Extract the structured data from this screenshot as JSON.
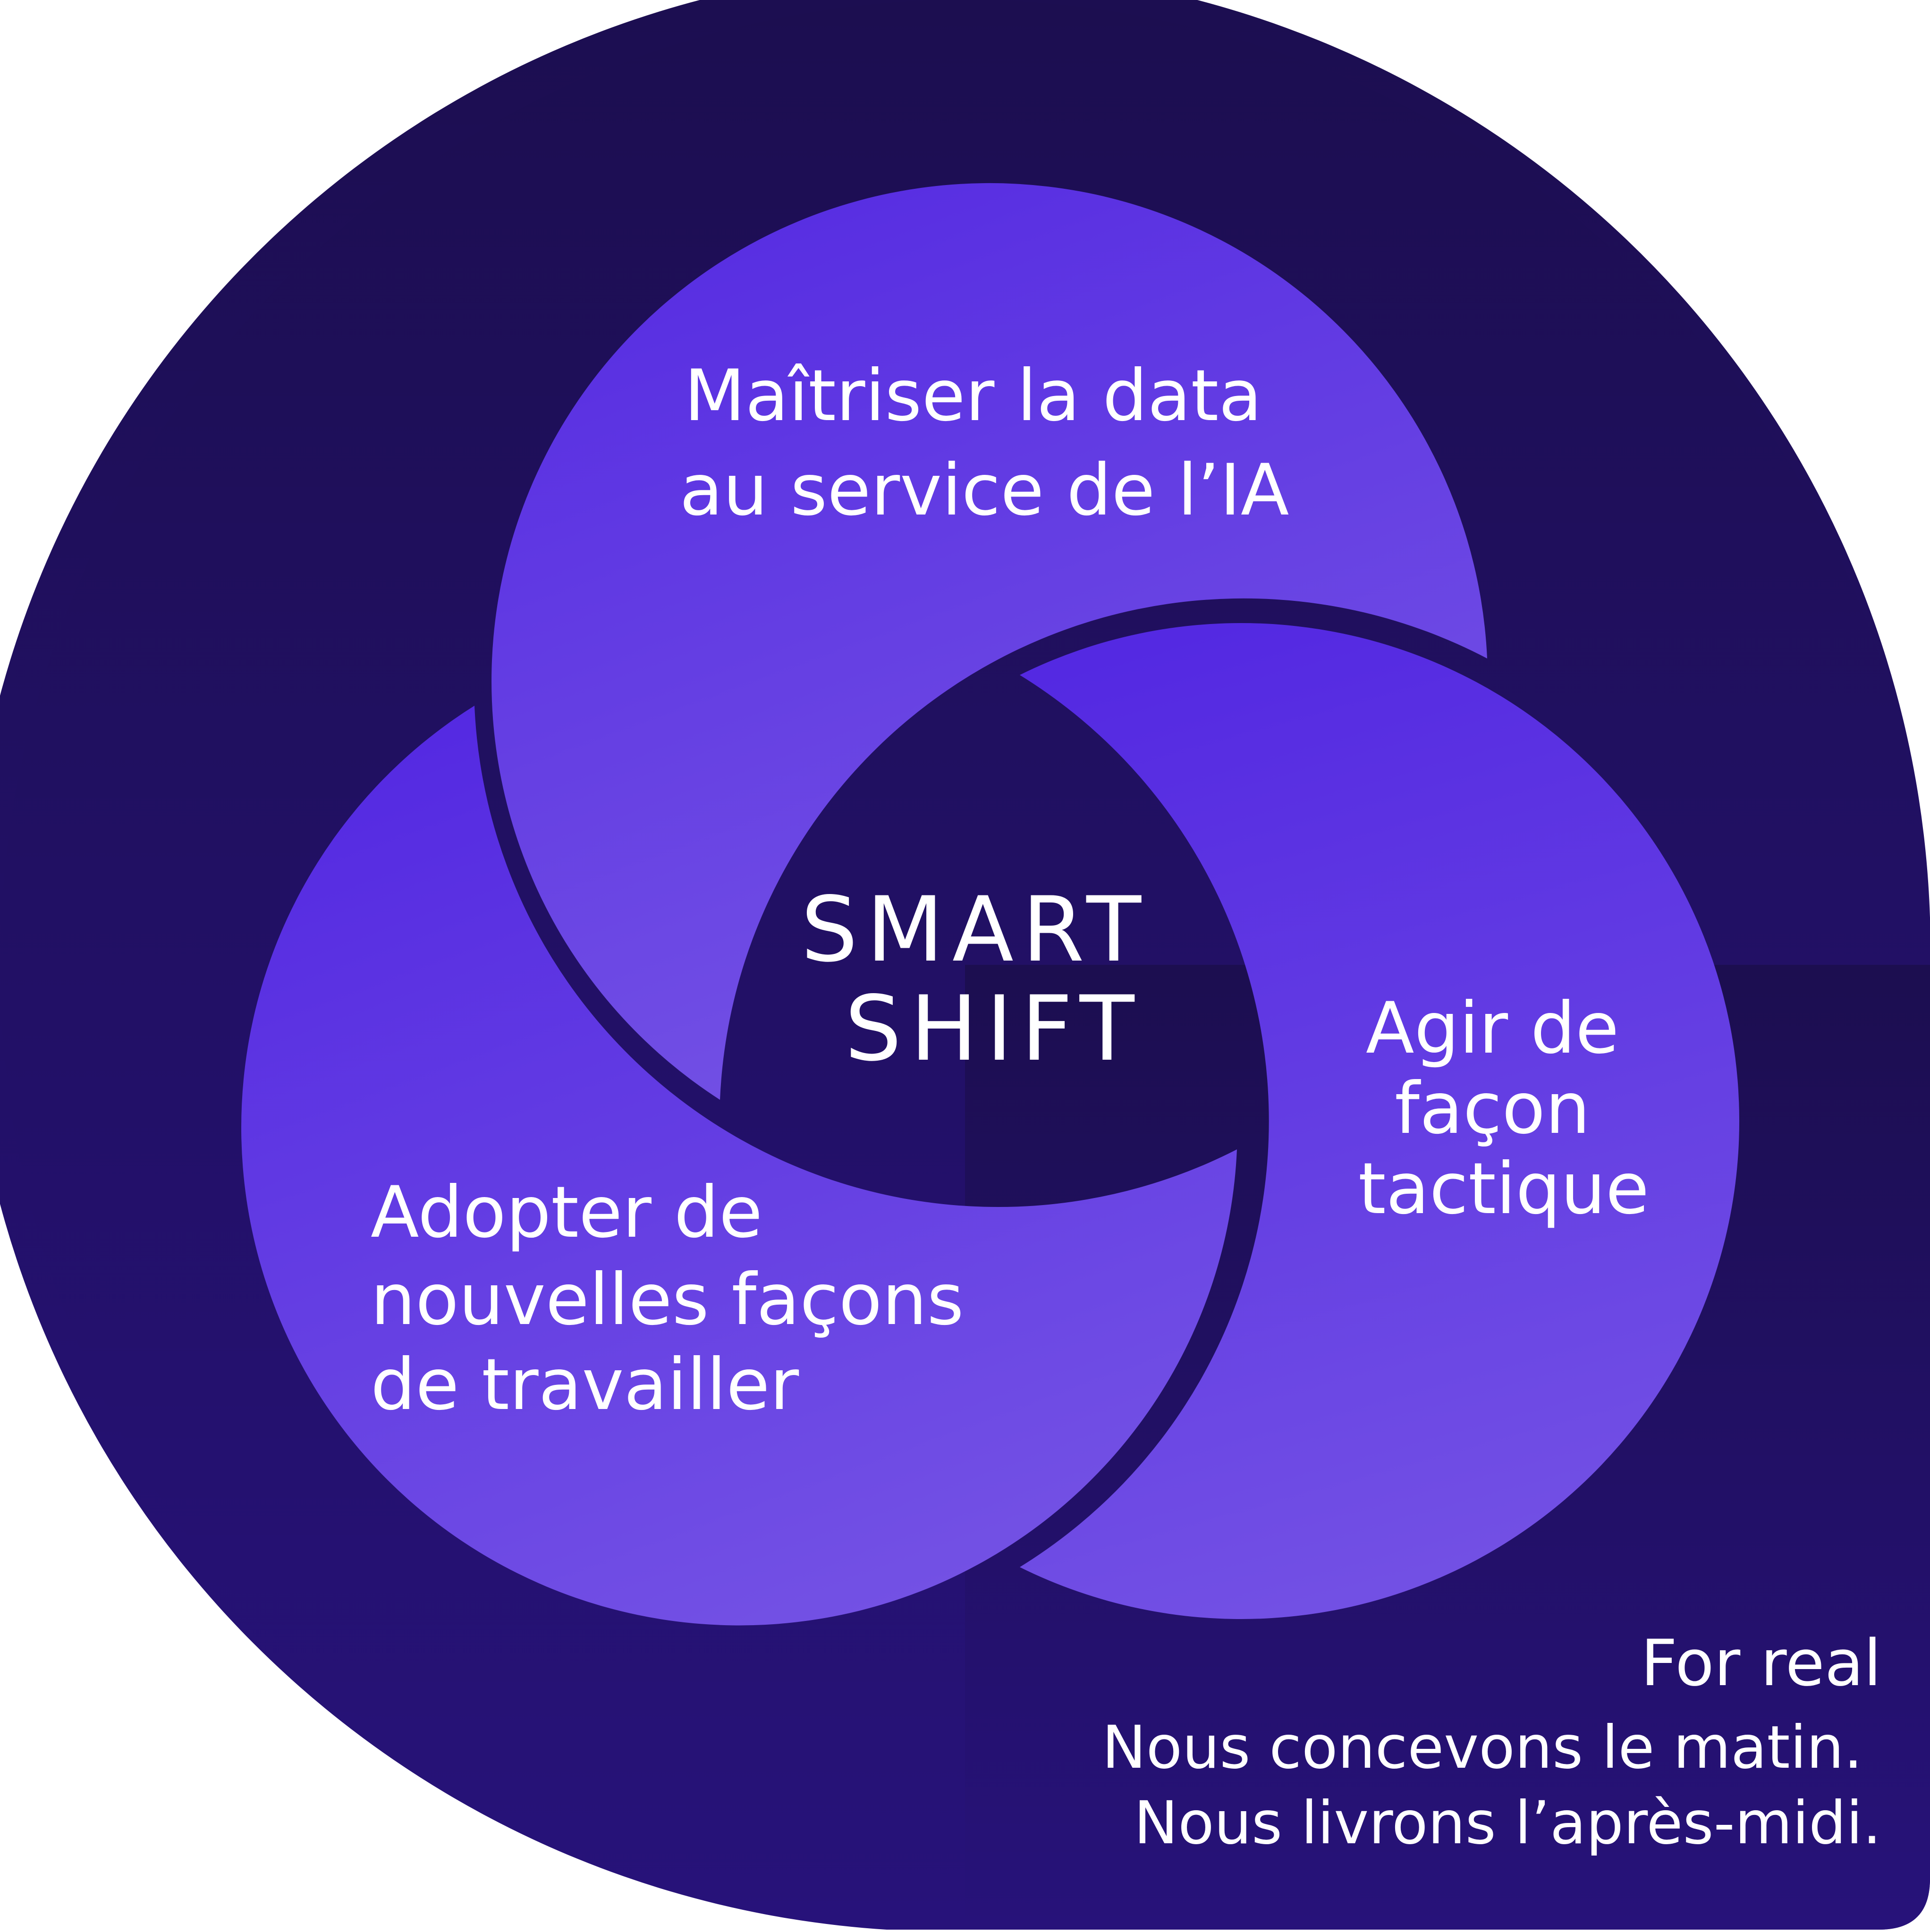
{
  "diagram": {
    "center": {
      "lines": [
        "SMART",
        "SHIFT"
      ]
    },
    "petals": [
      {
        "id": "top",
        "lines": [
          "Maîtriser la data",
          "au service de l’IA"
        ]
      },
      {
        "id": "right",
        "lines": [
          "Agir de",
          "façon",
          "tactique"
        ]
      },
      {
        "id": "left",
        "lines": [
          "Adopter de",
          "nouvelles façons",
          "de travailler"
        ]
      }
    ]
  },
  "tagline": {
    "title": "For real",
    "lines": [
      "Nous concevons le matin.",
      "Nous livrons l’après-midi."
    ]
  },
  "colors": {
    "background_dark": "#1c0e52",
    "background_mid": "#251273",
    "petal_light": "#7351e4",
    "petal_bright": "#5429e2",
    "text": "#ffffff"
  }
}
